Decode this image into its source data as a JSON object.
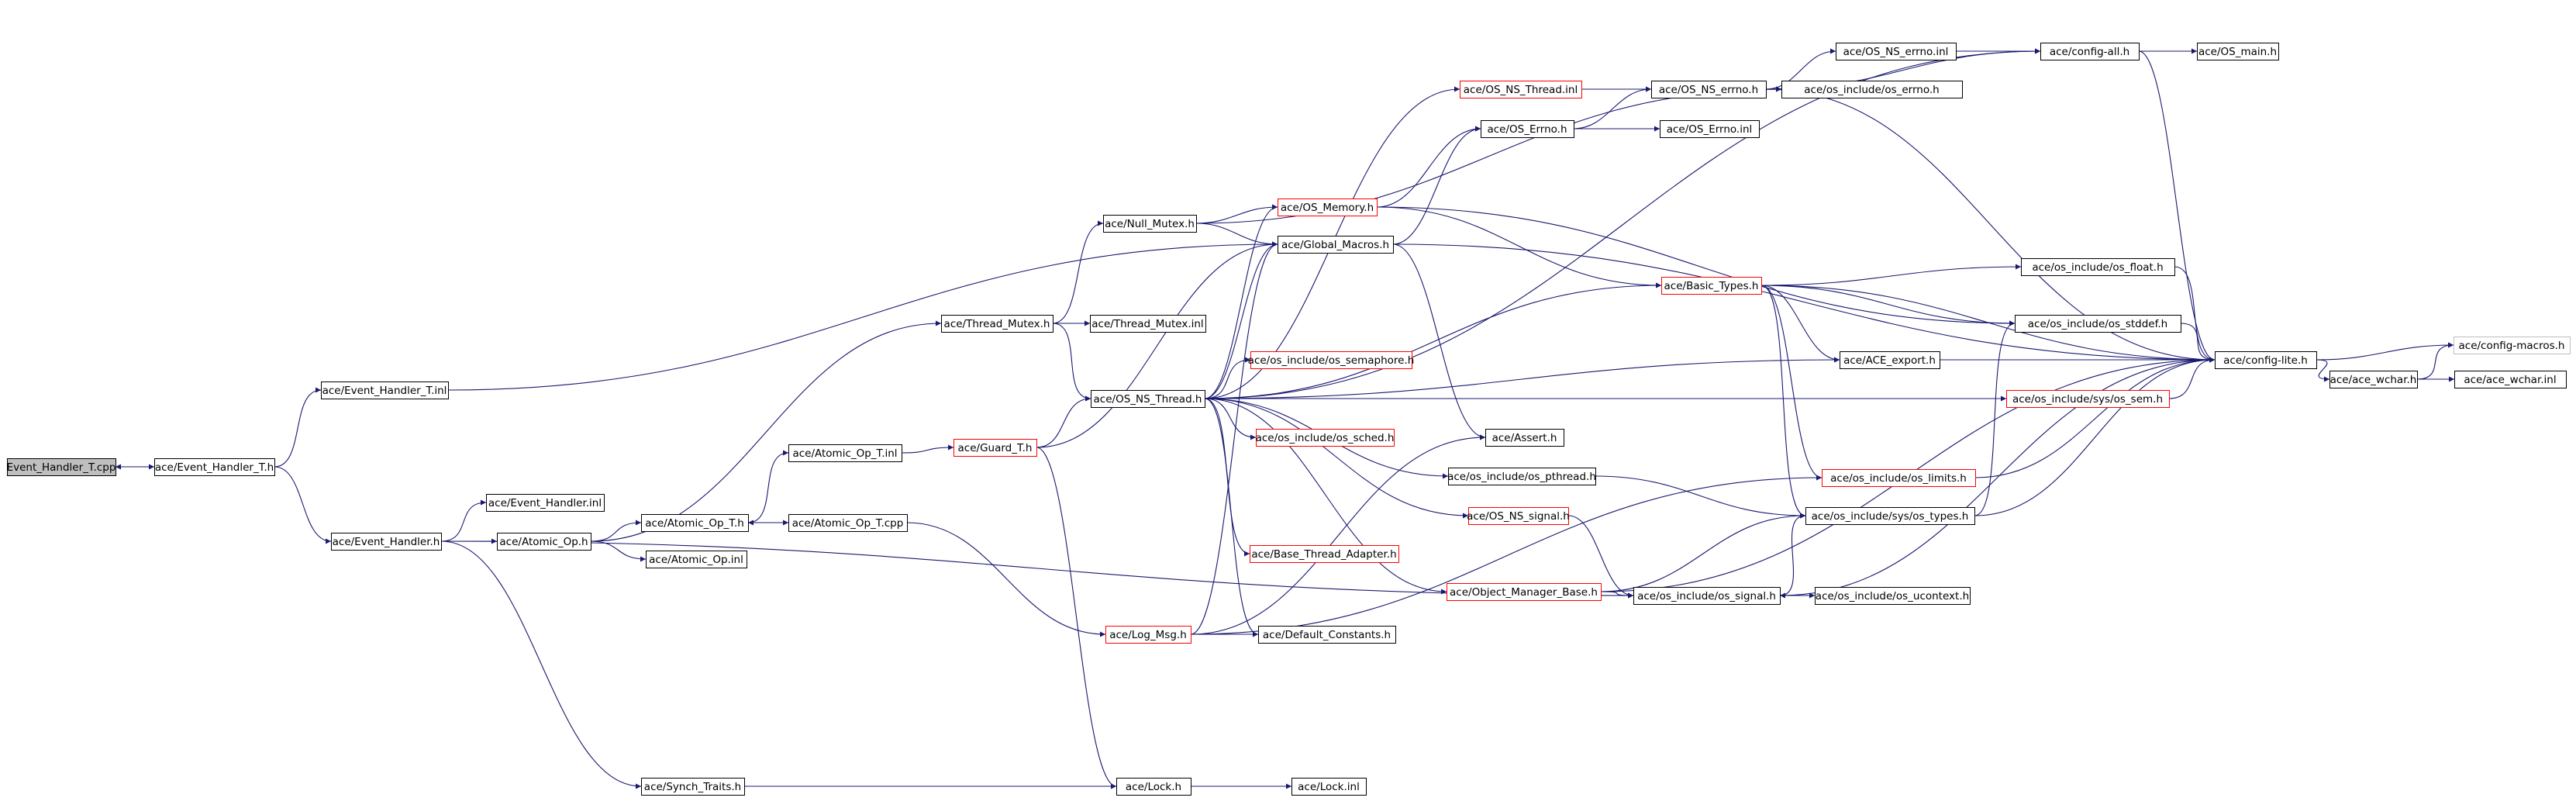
{
  "graph": {
    "colors": {
      "edge": "#191970",
      "node_border": "#000000",
      "incomplete_border": "#ff0000",
      "external_border": "#bfbfbf",
      "current_fill": "#bfbfbf"
    },
    "nodes": [
      {
        "id": "ehtcpp",
        "label": "Event_Handler_T.cpp",
        "style": "current"
      },
      {
        "id": "ehth",
        "label": "ace/Event_Handler_T.h",
        "style": "normal"
      },
      {
        "id": "ehtinl",
        "label": "ace/Event_Handler_T.inl",
        "style": "normal"
      },
      {
        "id": "ehh",
        "label": "ace/Event_Handler.h",
        "style": "normal"
      },
      {
        "id": "ehinl",
        "label": "ace/Event_Handler.inl",
        "style": "normal"
      },
      {
        "id": "atomich",
        "label": "ace/Atomic_Op.h",
        "style": "normal"
      },
      {
        "id": "atomicinl",
        "label": "ace/Atomic_Op.inl",
        "style": "normal"
      },
      {
        "id": "atomicth",
        "label": "ace/Atomic_Op_T.h",
        "style": "normal"
      },
      {
        "id": "atomictinl",
        "label": "ace/Atomic_Op_T.inl",
        "style": "normal"
      },
      {
        "id": "atomictcpp",
        "label": "ace/Atomic_Op_T.cpp",
        "style": "normal"
      },
      {
        "id": "synch",
        "label": "ace/Synch_Traits.h",
        "style": "normal"
      },
      {
        "id": "threadmutexh",
        "label": "ace/Thread_Mutex.h",
        "style": "normal"
      },
      {
        "id": "threadmutexinl",
        "label": "ace/Thread_Mutex.inl",
        "style": "normal"
      },
      {
        "id": "nullmutex",
        "label": "ace/Null_Mutex.h",
        "style": "normal"
      },
      {
        "id": "guard",
        "label": "ace/Guard_T.h",
        "style": "incomplete"
      },
      {
        "id": "osnsthread",
        "label": "ace/OS_NS_Thread.h",
        "style": "normal"
      },
      {
        "id": "globalmacros",
        "label": "ace/Global_Macros.h",
        "style": "normal"
      },
      {
        "id": "osmemory",
        "label": "ace/OS_Memory.h",
        "style": "incomplete"
      },
      {
        "id": "osnsthreadinl",
        "label": "ace/OS_NS_Thread.inl",
        "style": "incomplete"
      },
      {
        "id": "oserrnoh",
        "label": "ace/OS_Errno.h",
        "style": "normal"
      },
      {
        "id": "oserrnoinl",
        "label": "ace/OS_Errno.inl",
        "style": "normal"
      },
      {
        "id": "osnserrnoh",
        "label": "ace/OS_NS_errno.h",
        "style": "normal"
      },
      {
        "id": "osnserrnoinl",
        "label": "ace/OS_NS_errno.inl",
        "style": "normal"
      },
      {
        "id": "configall",
        "label": "ace/config-all.h",
        "style": "normal"
      },
      {
        "id": "osmain",
        "label": "ace/OS_main.h",
        "style": "normal"
      },
      {
        "id": "oserrnoinc",
        "label": "ace/os_include/os_errno.h",
        "style": "normal"
      },
      {
        "id": "basictypes",
        "label": "ace/Basic_Types.h",
        "style": "incomplete"
      },
      {
        "id": "osfloat",
        "label": "ace/os_include/os_float.h",
        "style": "normal"
      },
      {
        "id": "osstddef",
        "label": "ace/os_include/os_stddef.h",
        "style": "normal"
      },
      {
        "id": "aceexport",
        "label": "ace/ACE_export.h",
        "style": "normal"
      },
      {
        "id": "configlite",
        "label": "ace/config-lite.h",
        "style": "normal"
      },
      {
        "id": "configmacros",
        "label": "ace/config-macros.h",
        "style": "external"
      },
      {
        "id": "acewcharh",
        "label": "ace/ace_wchar.h",
        "style": "normal"
      },
      {
        "id": "acewcharinl",
        "label": "ace/ace_wchar.inl",
        "style": "normal"
      },
      {
        "id": "ossem",
        "label": "ace/os_include/sys/os_sem.h",
        "style": "incomplete"
      },
      {
        "id": "ossemaphore",
        "label": "ace/os_include/os_semaphore.h",
        "style": "incomplete"
      },
      {
        "id": "ossched",
        "label": "ace/os_include/os_sched.h",
        "style": "incomplete"
      },
      {
        "id": "aceassert",
        "label": "ace/Assert.h",
        "style": "normal"
      },
      {
        "id": "ospthread",
        "label": "ace/os_include/os_pthread.h",
        "style": "normal"
      },
      {
        "id": "oslimits",
        "label": "ace/os_include/os_limits.h",
        "style": "incomplete"
      },
      {
        "id": "osnssignal",
        "label": "ace/OS_NS_signal.h",
        "style": "incomplete"
      },
      {
        "id": "ostypes",
        "label": "ace/os_include/sys/os_types.h",
        "style": "normal"
      },
      {
        "id": "basethread",
        "label": "ace/Base_Thread_Adapter.h",
        "style": "incomplete"
      },
      {
        "id": "objmgr",
        "label": "ace/Object_Manager_Base.h",
        "style": "incomplete"
      },
      {
        "id": "ossignal",
        "label": "ace/os_include/os_signal.h",
        "style": "normal"
      },
      {
        "id": "osucontext",
        "label": "ace/os_include/os_ucontext.h",
        "style": "normal"
      },
      {
        "id": "logmsg",
        "label": "ace/Log_Msg.h",
        "style": "incomplete"
      },
      {
        "id": "defconst",
        "label": "ace/Default_Constants.h",
        "style": "normal"
      },
      {
        "id": "lockh",
        "label": "ace/Lock.h",
        "style": "normal"
      },
      {
        "id": "lockinl",
        "label": "ace/Lock.inl",
        "style": "normal"
      }
    ],
    "edges": [
      [
        "ehth",
        "ehtcpp"
      ],
      [
        "ehtcpp",
        "ehth"
      ],
      [
        "ehth",
        "ehtinl"
      ],
      [
        "ehth",
        "ehh"
      ],
      [
        "ehtinl",
        "globalmacros"
      ],
      [
        "ehh",
        "ehinl"
      ],
      [
        "ehh",
        "atomich"
      ],
      [
        "ehh",
        "synch"
      ],
      [
        "ehh",
        "ossignal"
      ],
      [
        "atomich",
        "threadmutexh"
      ],
      [
        "atomich",
        "atomicth"
      ],
      [
        "atomich",
        "atomicinl"
      ],
      [
        "atomicth",
        "atomictinl"
      ],
      [
        "atomicth",
        "atomictcpp"
      ],
      [
        "atomictcpp",
        "atomicth"
      ],
      [
        "atomictinl",
        "guard"
      ],
      [
        "atomictcpp",
        "logmsg"
      ],
      [
        "synch",
        "lockh"
      ],
      [
        "lockh",
        "lockinl"
      ],
      [
        "threadmutexh",
        "nullmutex"
      ],
      [
        "threadmutexh",
        "threadmutexinl"
      ],
      [
        "threadmutexh",
        "osnsthread"
      ],
      [
        "nullmutex",
        "globalmacros"
      ],
      [
        "nullmutex",
        "osmemory"
      ],
      [
        "nullmutex",
        "oserrnoinc"
      ],
      [
        "guard",
        "osnsthread"
      ],
      [
        "guard",
        "globalmacros"
      ],
      [
        "guard",
        "lockh"
      ],
      [
        "osnsthread",
        "configall"
      ],
      [
        "osnsthread",
        "osnsthreadinl"
      ],
      [
        "osnsthread",
        "globalmacros"
      ],
      [
        "osnsthread",
        "osmemory"
      ],
      [
        "osnsthread",
        "basictypes"
      ],
      [
        "osnsthread",
        "aceexport"
      ],
      [
        "osnsthread",
        "ossemaphore"
      ],
      [
        "osnsthread",
        "ossem"
      ],
      [
        "osnsthread",
        "ossched"
      ],
      [
        "osnsthread",
        "ospthread"
      ],
      [
        "osnsthread",
        "osnssignal"
      ],
      [
        "osnsthread",
        "basethread"
      ],
      [
        "osnsthread",
        "objmgr"
      ],
      [
        "osnsthread",
        "defconst"
      ],
      [
        "osnsthreadinl",
        "osnserrnoh"
      ],
      [
        "globalmacros",
        "configlite"
      ],
      [
        "globalmacros",
        "aceassert"
      ],
      [
        "globalmacros",
        "oserrnoh"
      ],
      [
        "osmemory",
        "oserrnoh"
      ],
      [
        "osmemory",
        "basictypes"
      ],
      [
        "osmemory",
        "osstddef"
      ],
      [
        "oserrnoh",
        "oserrnoinl"
      ],
      [
        "oserrnoh",
        "osnserrnoh"
      ],
      [
        "osnserrnoh",
        "osnserrnoinl"
      ],
      [
        "osnserrnoh",
        "configall"
      ],
      [
        "osnserrnoh",
        "oserrnoinc"
      ],
      [
        "osnserrnoh",
        "configlite"
      ],
      [
        "osnserrnoinl",
        "configall"
      ],
      [
        "configall",
        "osmain"
      ],
      [
        "configall",
        "configlite"
      ],
      [
        "basictypes",
        "osfloat"
      ],
      [
        "basictypes",
        "osstddef"
      ],
      [
        "basictypes",
        "aceexport"
      ],
      [
        "basictypes",
        "oslimits"
      ],
      [
        "basictypes",
        "ostypes"
      ],
      [
        "basictypes",
        "configlite"
      ],
      [
        "osfloat",
        "configlite"
      ],
      [
        "osstddef",
        "configlite"
      ],
      [
        "aceexport",
        "configlite"
      ],
      [
        "configlite",
        "configmacros"
      ],
      [
        "configlite",
        "acewcharh"
      ],
      [
        "acewcharh",
        "configmacros"
      ],
      [
        "acewcharh",
        "acewcharinl"
      ],
      [
        "ossem",
        "configlite"
      ],
      [
        "oslimits",
        "configlite"
      ],
      [
        "ospthread",
        "ostypes"
      ],
      [
        "ostypes",
        "osstddef"
      ],
      [
        "ostypes",
        "configlite"
      ],
      [
        "osnssignal",
        "ossignal"
      ],
      [
        "objmgr",
        "ossignal"
      ],
      [
        "objmgr",
        "configlite"
      ],
      [
        "objmgr",
        "ostypes"
      ],
      [
        "ossignal",
        "ostypes"
      ],
      [
        "ossignal",
        "osucontext"
      ],
      [
        "ossignal",
        "configlite"
      ],
      [
        "osucontext",
        "ossignal"
      ],
      [
        "logmsg",
        "globalmacros"
      ],
      [
        "logmsg",
        "defconst"
      ],
      [
        "logmsg",
        "aceassert"
      ],
      [
        "logmsg",
        "oslimits"
      ]
    ]
  }
}
